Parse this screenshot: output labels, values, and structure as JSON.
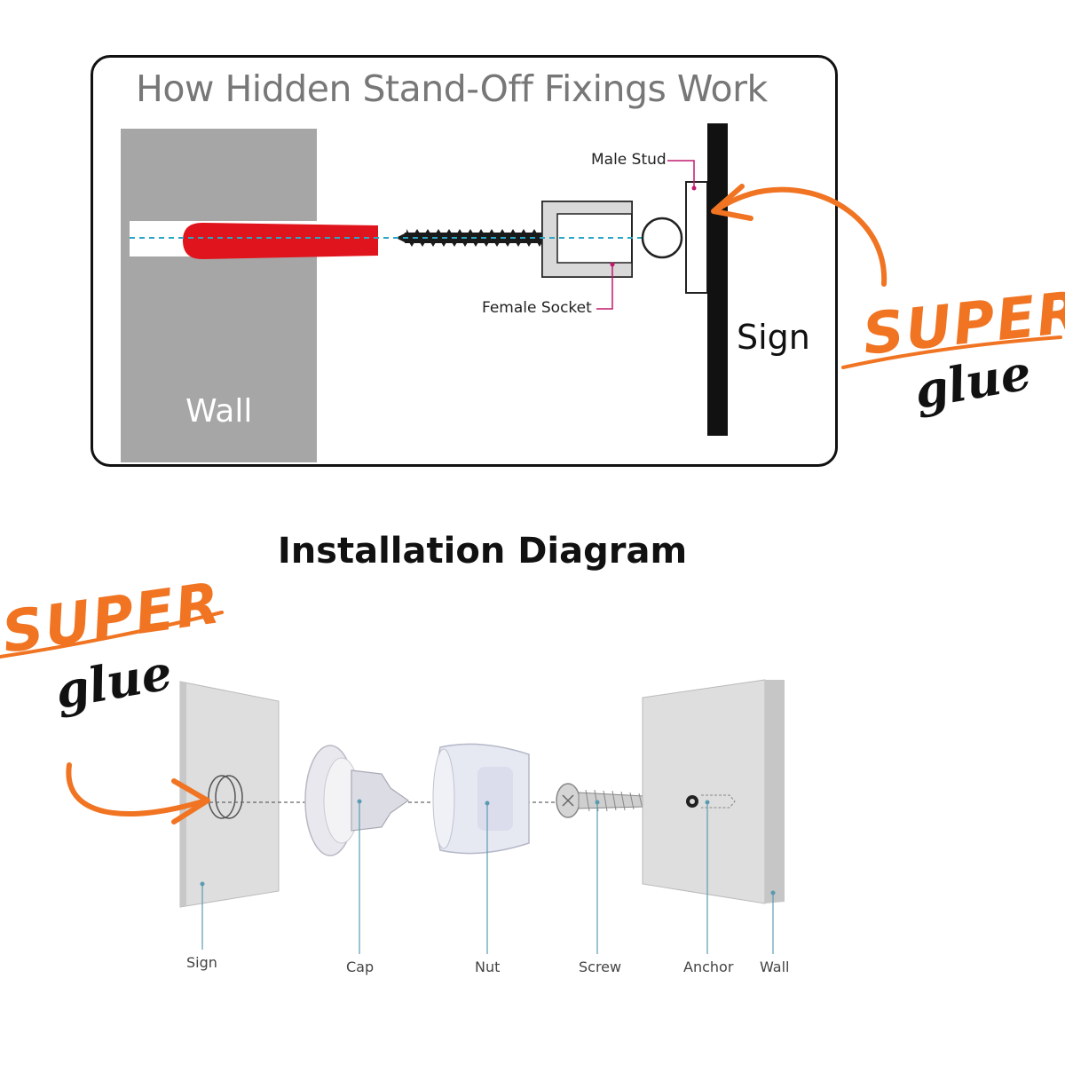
{
  "top_diagram": {
    "title": "How Hidden Stand-Off Fixings Work",
    "labels": {
      "wall": "Wall",
      "sign": "Sign",
      "male_stud": "Male Stud",
      "female_socket": "Female Socket"
    }
  },
  "bottom_diagram": {
    "title": "Installation Diagram",
    "parts": [
      "Sign",
      "Cap",
      "Nut",
      "Screw",
      "Anchor",
      "Wall"
    ]
  },
  "annotations": {
    "super": "SUPER",
    "glue": "glue",
    "accent_color": "#f07422"
  },
  "colors": {
    "wall_grey": "#a6a6a6",
    "plug_red": "#e0141c",
    "leader_magenta": "#c2186e",
    "axis_teal": "#2aa7c4"
  }
}
